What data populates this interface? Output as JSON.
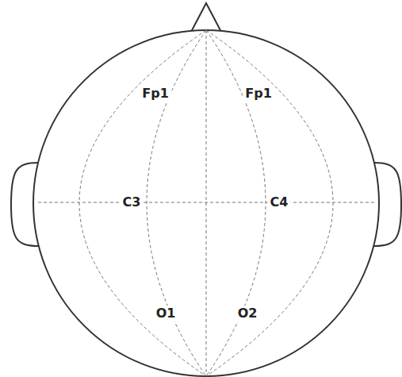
{
  "diagram": {
    "labels": [
      "Fp1",
      "Fp1",
      "C3",
      "C4",
      "O1",
      "O2"
    ]
  }
}
